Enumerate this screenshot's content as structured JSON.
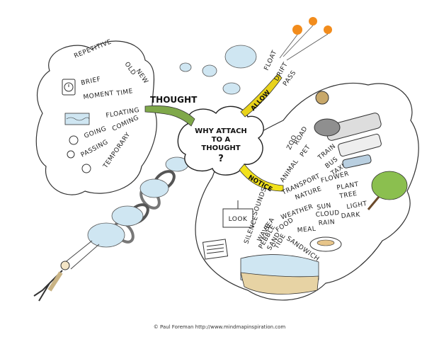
{
  "center": {
    "line1": "WHY ATTACH",
    "line2": "TO A",
    "line3": "THOUGHT",
    "line4": "?"
  },
  "main_branches": {
    "thought": "THOUGHT",
    "allow": "ALLOW",
    "notice": "NOTICE"
  },
  "thought_words": [
    "REPETITIVE",
    "NEW",
    "OLD",
    "BRIEF",
    "MOMENT",
    "TIME",
    "FLOATING",
    "GOING",
    "COMING",
    "PASSING",
    "TEMPORARY"
  ],
  "allow_words": [
    "FLOAT",
    "DRIFT",
    "PASS"
  ],
  "notice_words": [
    "ZOO",
    "ROAD",
    "PET",
    "ANIMAL",
    "TRAIN",
    "BUS",
    "TAXI",
    "TRANSPORT",
    "FLOWER",
    "PLANT",
    "TREE",
    "NATURE",
    "LIGHT",
    "DARK",
    "SUN",
    "CLOUD",
    "RAIN",
    "WEATHER",
    "MEAL",
    "FOOD",
    "SANDWICH",
    "SOUNDS",
    "LOOK",
    "SILENCE",
    "WAVE",
    "SEA",
    "PEBBLE",
    "SAND",
    "TIDE"
  ],
  "credit": "© Paul Foreman  http://www.mindmapinspiration.com",
  "colors": {
    "thought": "#7fa84a",
    "allow": "#e8d21a",
    "notice": "#f2e21b",
    "cloud": "#cfe6f2",
    "balloon": "#f28c1c"
  }
}
